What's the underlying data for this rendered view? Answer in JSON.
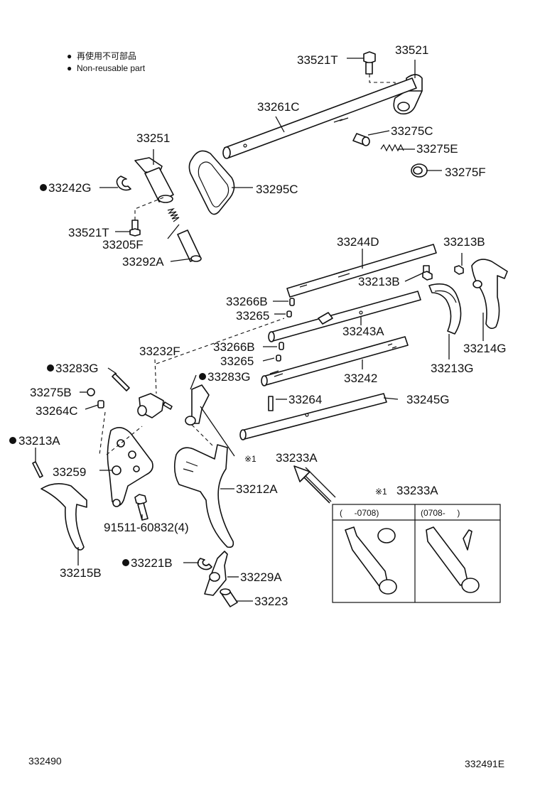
{
  "legend": {
    "marker": "●",
    "line_jp": "再使用不可部品",
    "line_en": "Non-reusable part"
  },
  "labels": {
    "p33521T_top": "33521T",
    "p33521": "33521",
    "p33261C": "33261C",
    "p33275C": "33275C",
    "p33275E": "33275E",
    "p33275F": "33275F",
    "p33251": "33251",
    "p33242G": "33242G",
    "p33295C": "33295C",
    "p33521T_left": "33521T",
    "p33205F": "33205F",
    "p33292A": "33292A",
    "p33244D": "33244D",
    "p33213B_right": "33213B",
    "p33213B_mid": "33213B",
    "p33266B_a": "33266B",
    "p33265_a": "33265",
    "p33243A": "33243A",
    "p33214G": "33214G",
    "p33232F": "33232F",
    "p33266B_b": "33266B",
    "p33265_b": "33265",
    "p33213G": "33213G",
    "p33283G_left": "33283G",
    "p33283G_mid": "33283G",
    "p33242": "33242",
    "p33275B": "33275B",
    "p33264C": "33264C",
    "p33264": "33264",
    "p33245G": "33245G",
    "p33213A": "33213A",
    "p33233A_ref": "33233A",
    "ref_mark": "※1",
    "p33259": "33259",
    "p33212A": "33212A",
    "p33233A_box": "33233A",
    "p91511": "91511-60832(4)",
    "p33215B": "33215B",
    "p33221B": "33221B",
    "p33229A": "33229A",
    "p33223": "33223"
  },
  "inset": {
    "col_left": "(     -0708)",
    "col_right": "(0708-     )"
  },
  "footer": {
    "left_code": "332490",
    "right_code": "332491E"
  }
}
